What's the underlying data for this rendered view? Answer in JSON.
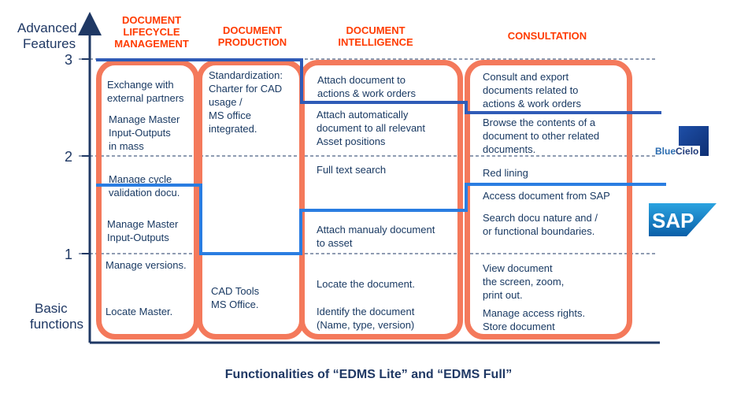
{
  "axis": {
    "top_label": [
      "Advanced",
      "Features"
    ],
    "bottom_label": [
      "Basic",
      "functions"
    ],
    "ticks": [
      "3",
      "2",
      "1"
    ]
  },
  "columns": [
    {
      "header": [
        "DOCUMENT",
        "LIFECYCLE",
        "MANAGEMENT"
      ]
    },
    {
      "header": [
        "DOCUMENT",
        "PRODUCTION"
      ]
    },
    {
      "header": [
        "DOCUMENT",
        "INTELLIGENCE"
      ]
    },
    {
      "header": [
        "CONSULTATION"
      ]
    }
  ],
  "items": {
    "lifecycle": [
      [
        "Exchange with",
        "external partners"
      ],
      [
        "Manage Master",
        "Input-Outputs",
        "in mass"
      ],
      [
        "Manage cycle",
        "validation docu."
      ],
      [
        "Manage Master",
        "Input-Outputs"
      ],
      [
        "Manage versions."
      ],
      [
        "Locate Master."
      ]
    ],
    "production": [
      [
        "Standardization:",
        "Charter for CAD",
        "usage /",
        "MS office",
        "integrated."
      ],
      [
        "CAD Tools",
        "MS Office."
      ]
    ],
    "intelligence": [
      [
        "Attach document to",
        "actions & work orders"
      ],
      [
        "Attach automatically",
        "document to all relevant",
        "Asset positions"
      ],
      [
        "Full text search"
      ],
      [
        "Attach manualy document",
        "to asset"
      ],
      [
        "Locate the document."
      ],
      [
        "Identify the document",
        "(Name, type, version)"
      ]
    ],
    "consultation": [
      [
        "Consult and export",
        "documents related to",
        "actions & work orders"
      ],
      [
        "Browse the contents of a",
        "document to other related",
        "documents."
      ],
      [
        "Red lining"
      ],
      [
        "Access document from SAP"
      ],
      [
        "Search docu nature and /",
        "or functional boundaries."
      ],
      [
        "View document",
        "the screen, zoom,",
        "print out."
      ],
      [
        "Manage access rights.",
        "Store document"
      ]
    ]
  },
  "logos": {
    "bluecielo": {
      "part1": "Blue",
      "part2": "Cielo"
    },
    "sap": "SAP"
  },
  "caption": "Functionalities of “EDMS Lite” and “EDMS Full”",
  "colors": {
    "accent_blue": "#2a7de1",
    "column_border": "#f4795b",
    "header_red": "#ff3b00",
    "text_navy": "#1a3a63"
  }
}
